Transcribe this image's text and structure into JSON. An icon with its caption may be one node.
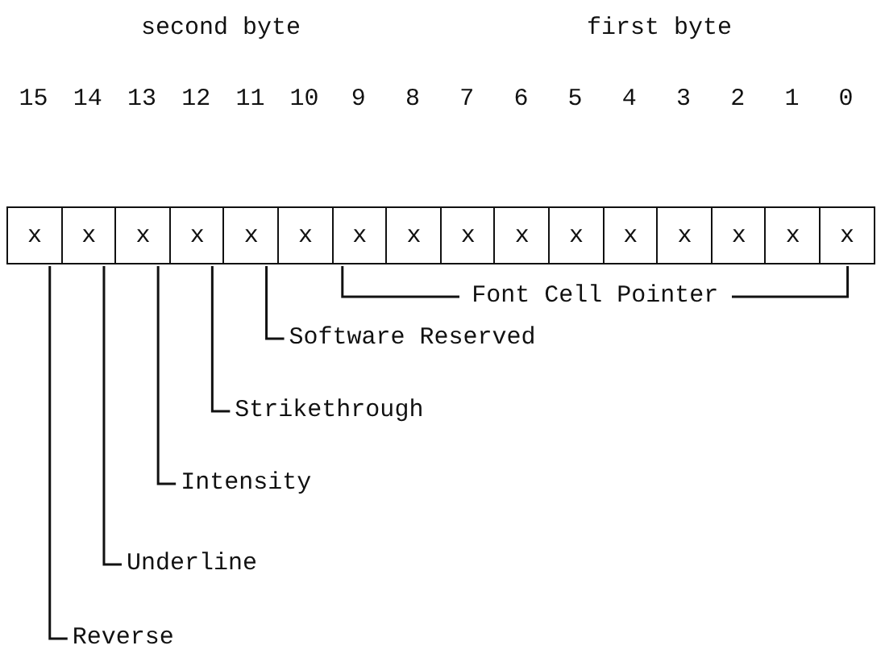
{
  "diagram": {
    "nodes": [
      {
        "text": [
          "x"
        ]
      },
      {
        "text": [
          "x"
        ]
      },
      {
        "text": [
          "x"
        ]
      },
      {
        "text": [
          "x"
        ]
      },
      {
        "text": [
          "x"
        ]
      },
      {
        "text": [
          "x"
        ]
      },
      {
        "text": [
          "x"
        ]
      },
      {
        "text": [
          "x"
        ]
      },
      {
        "text": [
          "x"
        ]
      },
      {
        "text": [
          "x"
        ]
      },
      {
        "text": [
          "x"
        ]
      },
      {
        "text": [
          "x"
        ]
      },
      {
        "text": [
          "x"
        ]
      },
      {
        "text": [
          "x"
        ]
      },
      {
        "text": [
          "x"
        ]
      },
      {
        "text": [
          "x"
        ]
      },
      {
        "text": [
          "Software Reserved"
        ]
      },
      {
        "text": [
          "Strikethrough"
        ]
      },
      {
        "text": [
          "Intensity"
        ]
      },
      {
        "text": [
          "Underline"
        ]
      },
      {
        "text": [
          "Reverse"
        ]
      }
    ],
    "edges": [
      {
        "from": 16,
        "to": 4,
        "arrow": "none"
      },
      {
        "from": 17,
        "to": 3,
        "arrow": "none"
      },
      {
        "from": 18,
        "to": 2,
        "arrow": "none"
      },
      {
        "from": 19,
        "to": 1,
        "arrow": "none"
      },
      {
        "from": 20,
        "to": 0,
        "arrow": "none"
      }
    ],
    "labels": [
      "second byte",
      "first byte",
      "15",
      "14",
      "13",
      "12",
      "11",
      "10",
      "9",
      "8",
      "7",
      "6",
      "5",
      "4",
      "3",
      "2",
      "1",
      "0",
      "Font Cell Pointer"
    ]
  }
}
